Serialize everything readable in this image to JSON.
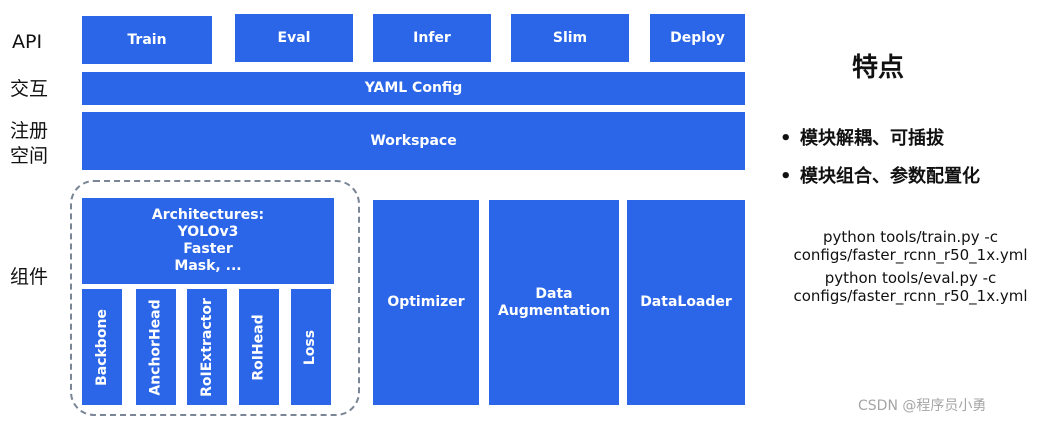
{
  "labels": {
    "api": "API",
    "interact": "交互",
    "register_line1": "注册",
    "register_line2": "空间",
    "components": "组件"
  },
  "api_row": {
    "train": "Train",
    "eval": "Eval",
    "infer": "Infer",
    "slim": "Slim",
    "deploy": "Deploy"
  },
  "yaml_config": "YAML Config",
  "workspace": "Workspace",
  "architectures": {
    "line1": "Architectures:",
    "line2": "YOLOv3",
    "line3": "Faster",
    "line4": "Mask, ..."
  },
  "modules": {
    "backbone": "Backbone",
    "anchorhead": "AnchorHead",
    "roiextractor": "RoIExtractor",
    "roihead": "RoIHead",
    "loss": "Loss"
  },
  "optimizer": "Optimizer",
  "data_augmentation": {
    "line1": "Data",
    "line2": "Augmentation"
  },
  "dataloader": "DataLoader",
  "features": {
    "title": "特点",
    "item1": "模块解耦、可插拔",
    "item2": "模块组合、参数配置化"
  },
  "commands": {
    "line1": "python tools/train.py -c",
    "line2": "configs/faster_rcnn_r50_1x.yml",
    "line3": "python tools/eval.py -c",
    "line4": "configs/faster_rcnn_r50_1x.yml"
  },
  "watermark": "CSDN @程序员小勇",
  "colors": {
    "block": "#2b66e8",
    "text": "#ffffff"
  }
}
